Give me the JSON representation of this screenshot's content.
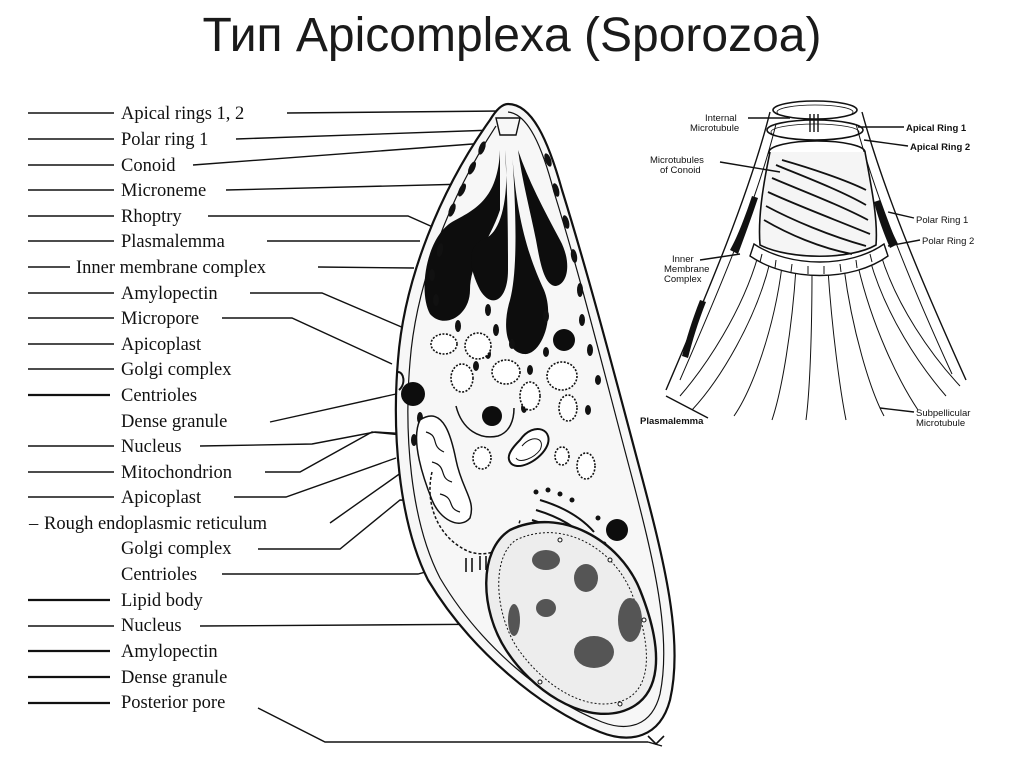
{
  "title": "Тип Apicomplexa (Sporozoa)",
  "left_labels": [
    "Apical rings 1, 2",
    "Polar ring 1",
    "Conoid",
    "Microneme",
    "Rhoptry",
    "Plasmalemma",
    "Inner membrane complex",
    "Amylopectin",
    "Micropore",
    "Apicoplast",
    "Golgi complex",
    "Centrioles",
    "Dense granule",
    "Nucleus",
    "Mitochondrion",
    "Apicoplast",
    "Rough endoplasmic reticulum",
    "Golgi complex",
    "Centrioles",
    "Lipid body",
    "Nucleus",
    "Amylopectin",
    "Dense granule",
    "Posterior pore"
  ],
  "right_labels": {
    "internal_microtubule": [
      "Internal",
      "Microtubule"
    ],
    "microtubules_of_conoid": [
      "Microtubules",
      "of Conoid"
    ],
    "inner_membrane_complex": [
      "Inner",
      "Membrane",
      "Complex"
    ],
    "plasmalemma": "Plasmalemma",
    "apical_ring_1": "Apical Ring 1",
    "apical_ring_2": "Apical Ring 2",
    "polar_ring_1": "Polar Ring 1",
    "polar_ring_2": "Polar Ring 2",
    "subpellicular_microtubule": [
      "Subpellicular",
      "Microtubule"
    ]
  }
}
